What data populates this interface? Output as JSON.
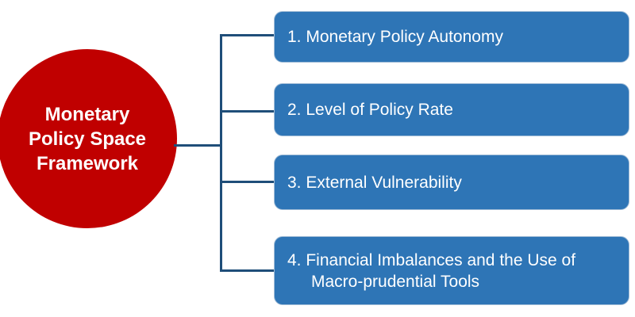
{
  "diagram": {
    "hub": {
      "label_lines": [
        "Monetary",
        "Policy Space",
        "Framework"
      ]
    },
    "boxes": [
      {
        "label": "1. Monetary Policy Autonomy"
      },
      {
        "label": "2. Level of Policy Rate"
      },
      {
        "label": "3. External Vulnerability"
      },
      {
        "label_line1": "4. Financial Imbalances and the Use of",
        "label_line2": "Macro-prudential Tools"
      }
    ],
    "colors": {
      "hub_fill": "#C00000",
      "box_fill": "#2E75B6",
      "box_border": "#9FBBD6",
      "connector": "#1F4E79",
      "text": "#FFFFFF"
    }
  }
}
